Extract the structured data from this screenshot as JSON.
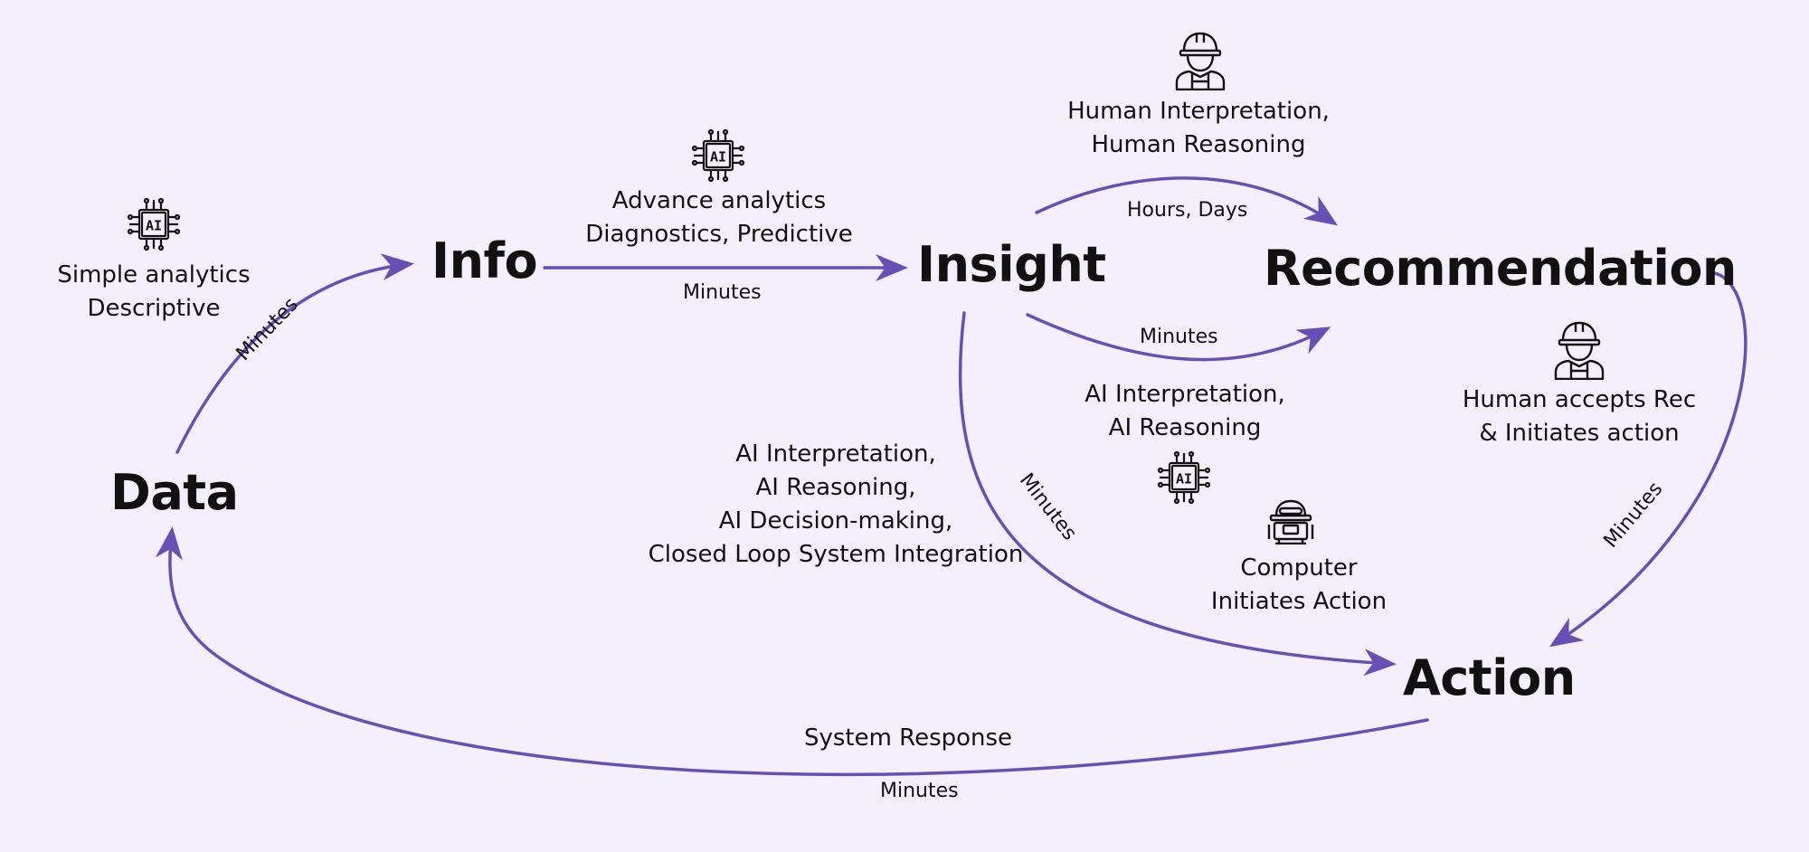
{
  "nodes": {
    "data": "Data",
    "info": "Info",
    "insight": "Insight",
    "recommendation": "Recommendation",
    "action": "Action"
  },
  "captions": {
    "simple": [
      "Simple analytics",
      "Descriptive"
    ],
    "advance": [
      "Advance analytics",
      "Diagnostics, Predictive"
    ],
    "human_interp": [
      "Human Interpretation,",
      "Human Reasoning"
    ],
    "ai_interp_short": [
      "AI Interpretation,",
      "AI Reasoning"
    ],
    "human_accepts": [
      "Human accepts Rec",
      "& Initiates action"
    ],
    "ai_closed_loop": [
      "AI Interpretation,",
      "AI Reasoning,",
      "AI Decision-making,",
      "Closed Loop System Integration"
    ],
    "computer_initiates": [
      "Computer",
      "Initiates Action"
    ],
    "system_response": "System Response"
  },
  "timings": {
    "data_to_info": "Minutes",
    "info_to_insight": "Minutes",
    "insight_to_rec_human": "Hours, Days",
    "insight_to_rec_ai": "Minutes",
    "insight_to_action": "Minutes",
    "rec_to_action": "Minutes",
    "action_to_data": "Minutes"
  },
  "icons": {
    "ai_chip": "ai-chip-icon",
    "human_worker": "worker-hardhat-icon",
    "computer_robot": "robot-icon"
  },
  "colors": {
    "arrow": "#6650b6",
    "background": "#f4effd",
    "text": "#111111"
  }
}
